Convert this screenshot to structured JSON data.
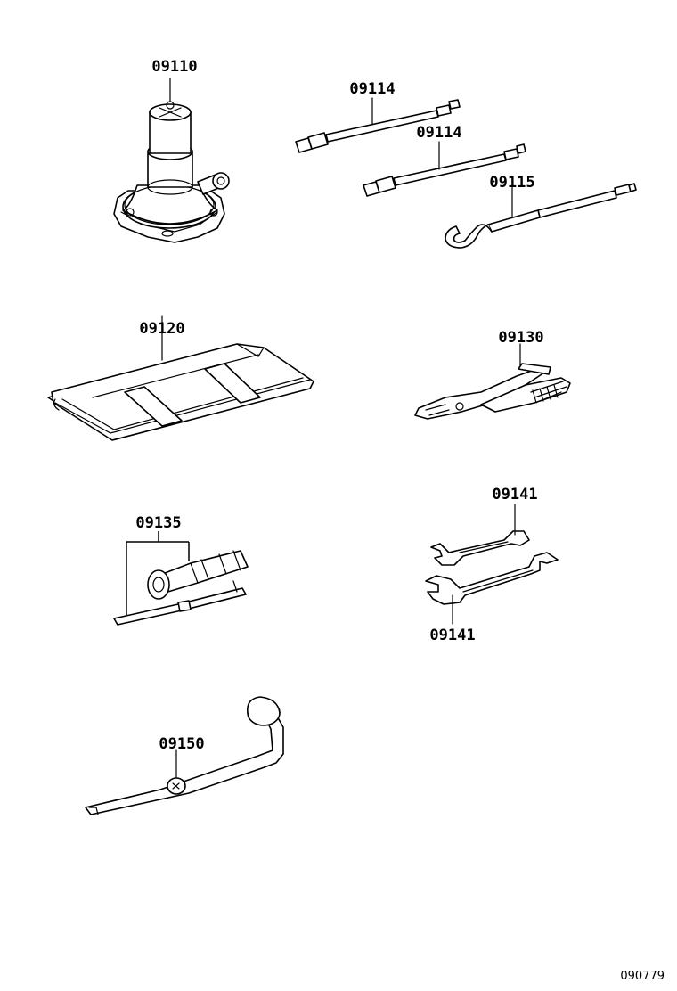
{
  "diagram": {
    "parts": [
      {
        "id": "jack",
        "number": "09110"
      },
      {
        "id": "handle-a",
        "number": "09114"
      },
      {
        "id": "handle-b",
        "number": "09114"
      },
      {
        "id": "hook-handle",
        "number": "09115"
      },
      {
        "id": "tool-bag",
        "number": "09120"
      },
      {
        "id": "pliers",
        "number": "09130"
      },
      {
        "id": "screwdriver-set",
        "number": "09135"
      },
      {
        "id": "wrench-top",
        "number": "09141"
      },
      {
        "id": "wrench-bottom",
        "number": "09141"
      },
      {
        "id": "hub-nut-wrench",
        "number": "09150"
      }
    ],
    "figure_code": "090779"
  }
}
